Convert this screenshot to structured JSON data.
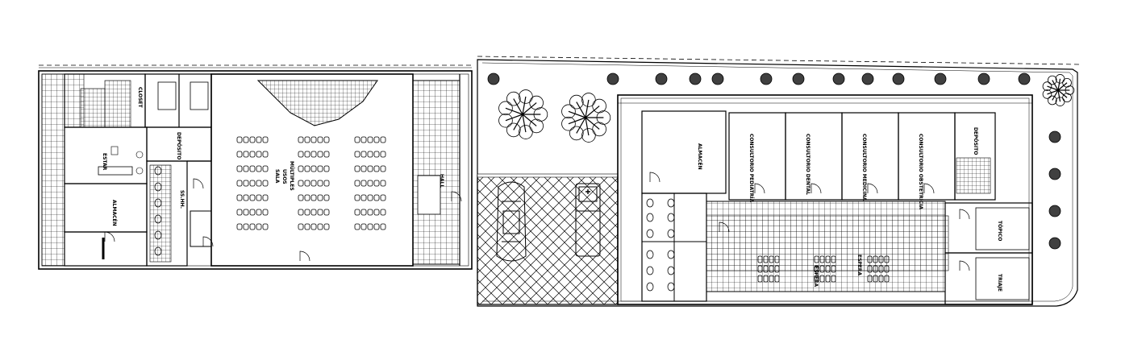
{
  "colors": {
    "line": "#000000",
    "background": "#ffffff"
  },
  "rooms": {
    "estar": "ESTAR",
    "almacen_left": "ALMACÉN",
    "closet": "CLOSET",
    "deposito": "DEPÓSITO",
    "sala_line1": "SALA",
    "sala_line2": "USOS",
    "sala_line3": "MÚLTIPLES",
    "hall": "HALL",
    "almacen_right": "ALMACÉN",
    "consultorio_1": "CONSULTORIO PEDIATRÍA",
    "consultorio_2": "CONSULTORIO DENTAL",
    "consultorio_3": "CONSULTORIO MEDICINA",
    "consultorio_4": "CONSULTORIO OBSTETRICIA",
    "deposito_right": "DEPÓSITO",
    "espera_1": "ESPERA",
    "espera_2": "ESPERA",
    "topico": "TÓPICO",
    "triaje": "TRIAJE",
    "ss_hh": "SS.HH."
  },
  "icons": [
    "tree-icon",
    "car-icon",
    "ambulance-icon",
    "chair-icon",
    "toilet-icon",
    "door-swing-icon"
  ]
}
